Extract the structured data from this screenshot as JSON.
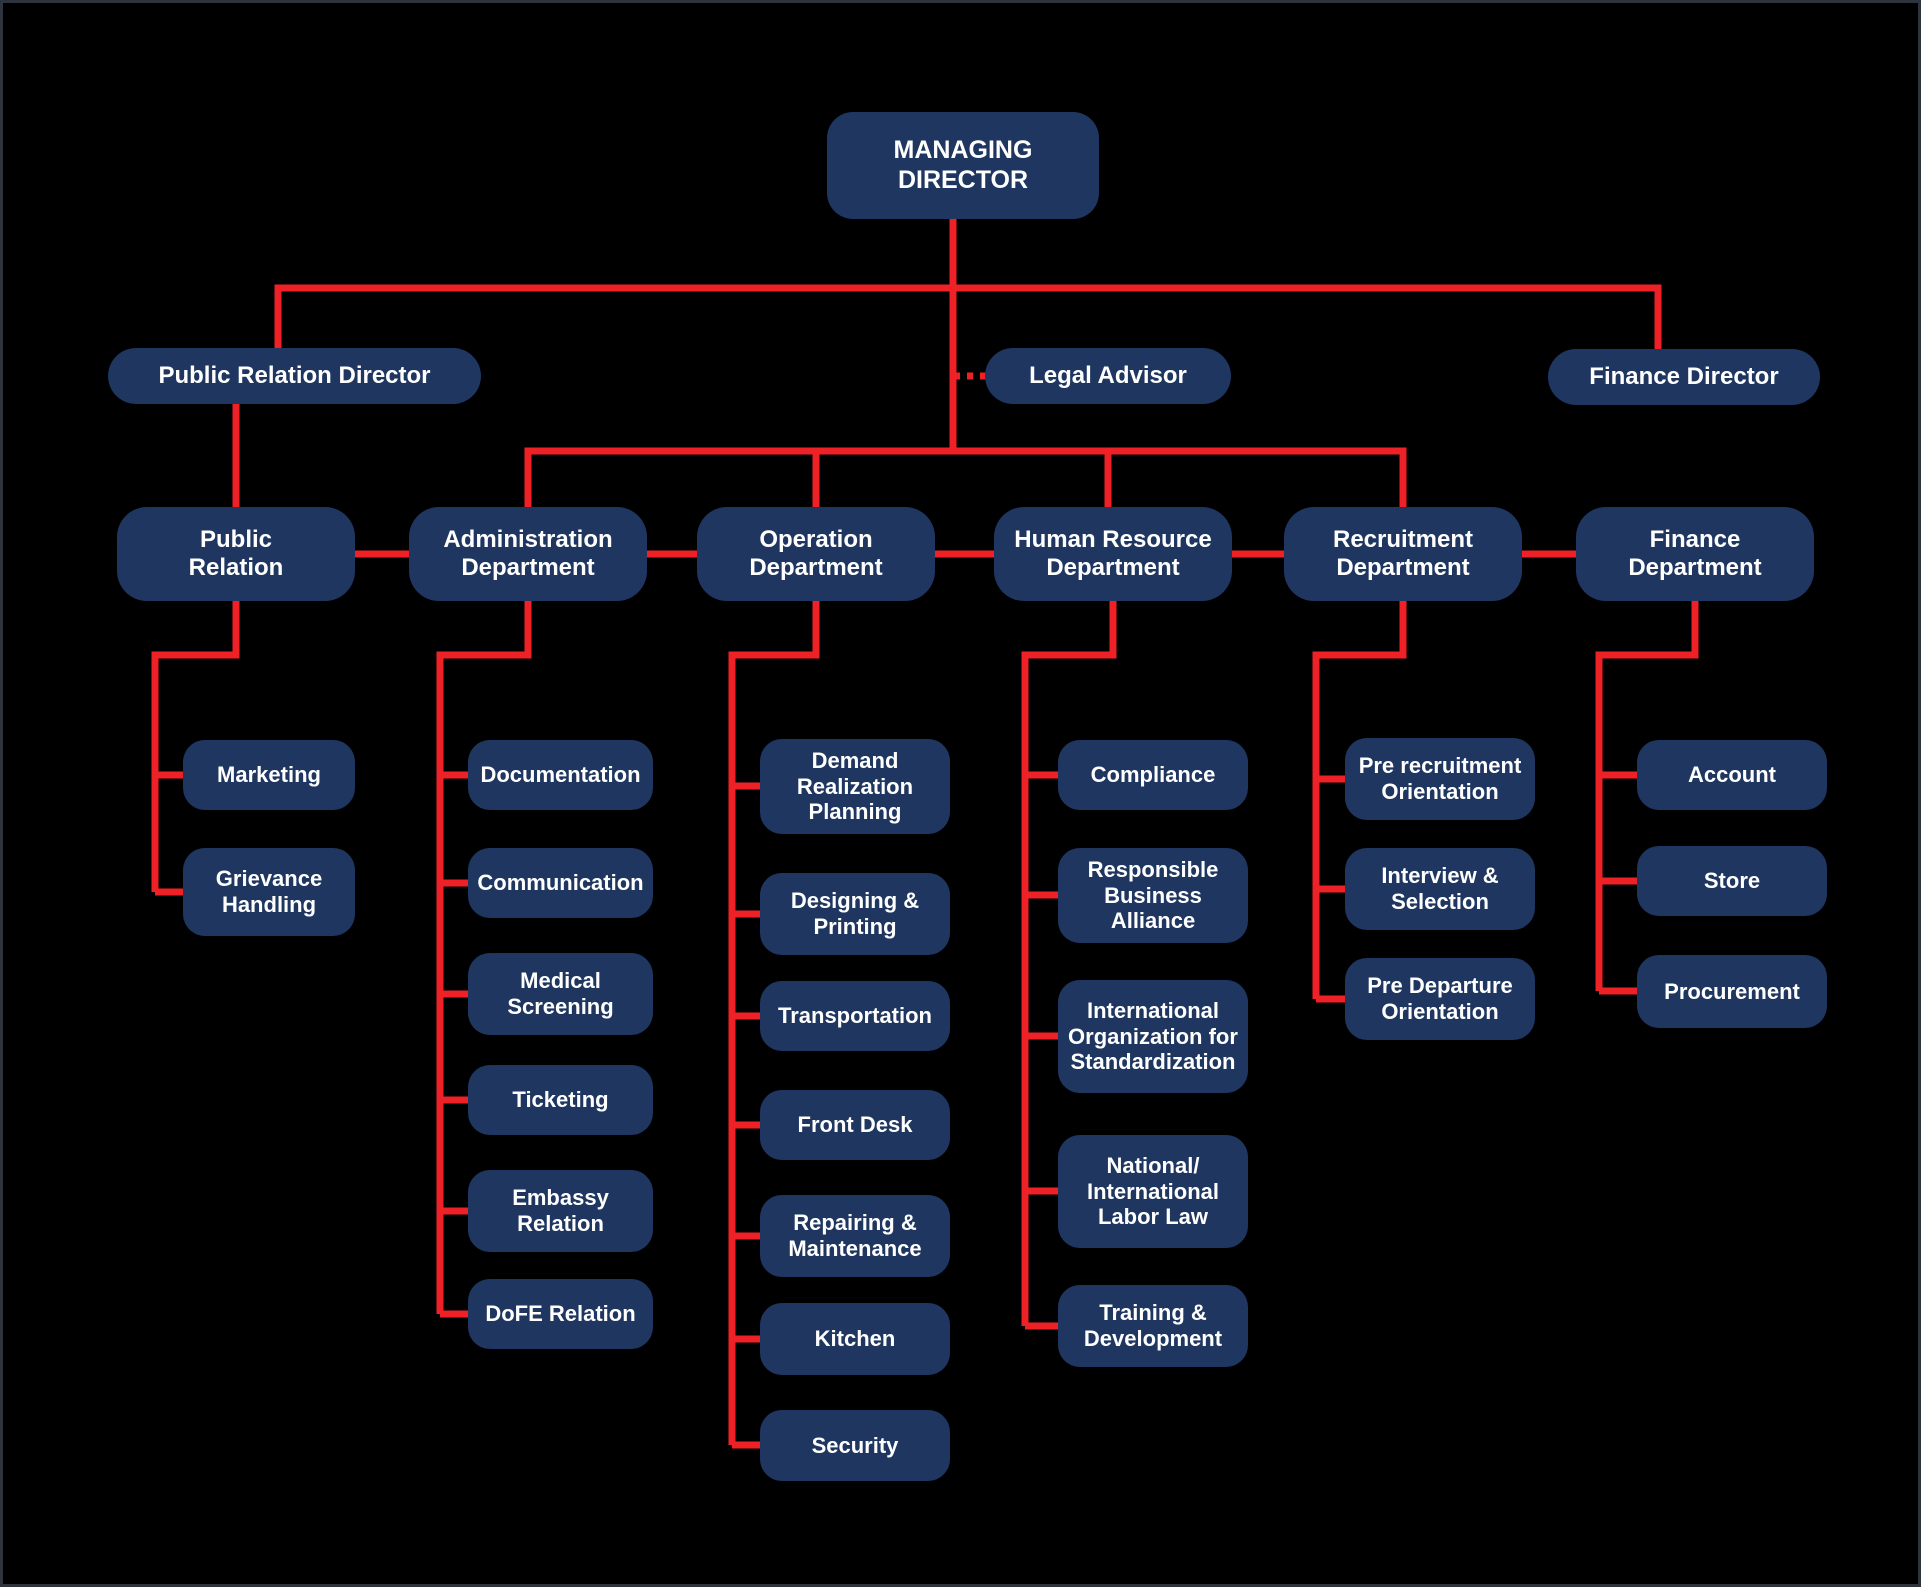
{
  "colors": {
    "background": "#000000",
    "frame_border": "#2e343e",
    "node_fill": "#1e3660",
    "connector_line": "#ee2226",
    "text": "#ffffff"
  },
  "org": {
    "managing_director": "MANAGING\nDIRECTOR",
    "public_relation_director": "Public Relation Director",
    "legal_advisor": "Legal Advisor",
    "finance_director": "Finance Director",
    "departments": [
      {
        "label": "Public\nRelation",
        "units": [
          "Marketing",
          "Grievance\nHandling"
        ]
      },
      {
        "label": "Administration\nDepartment",
        "units": [
          "Documentation",
          "Communication",
          "Medical\nScreening",
          "Ticketing",
          "Embassy\nRelation",
          "DoFE Relation"
        ]
      },
      {
        "label": "Operation\nDepartment",
        "units": [
          "Demand\nRealization\nPlanning",
          "Designing &\nPrinting",
          "Transportation",
          "Front Desk",
          "Repairing &\nMaintenance",
          "Kitchen",
          "Security"
        ]
      },
      {
        "label": "Human Resource\nDepartment",
        "units": [
          "Compliance",
          "Responsible\nBusiness\nAlliance",
          "International\nOrganization for\nStandardization",
          "National/\nInternational\nLabor Law",
          "Training &\nDevelopment"
        ]
      },
      {
        "label": "Recruitment\nDepartment",
        "units": [
          "Pre recruitment\nOrientation",
          "Interview &\nSelection",
          "Pre Departure\nOrientation"
        ]
      },
      {
        "label": "Finance\nDepartment",
        "units": [
          "Account",
          "Store",
          "Procurement"
        ]
      }
    ]
  }
}
